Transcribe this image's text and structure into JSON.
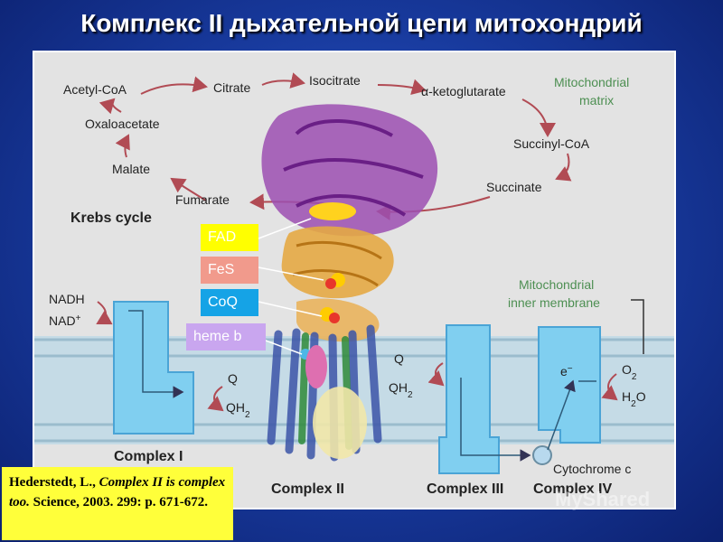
{
  "title": "Комплекс II дыхательной цепи митохондрий",
  "krebs": {
    "cycle_label": "Krebs cycle",
    "acetyl_coa": "Acetyl-CoA",
    "citrate": "Citrate",
    "isocitrate": "Isocitrate",
    "ketoglutarate": "α-ketoglutarate",
    "succinyl_coa": "Succinyl-CoA",
    "succinate": "Succinate",
    "fumarate": "Fumarate",
    "malate": "Malate",
    "oxaloacetate": "Oxaloacetate"
  },
  "regions": {
    "matrix_line1": "Mitochondrial",
    "matrix_line2": "matrix",
    "membrane_line1": "Mitochondrial",
    "membrane_line2": "inner membrane"
  },
  "complex1": {
    "label": "Complex I",
    "nadh": "NADH",
    "nad": "NAD",
    "nad_sup": "+",
    "q": "Q",
    "qh": "QH",
    "qh_sub": "2"
  },
  "complex2": {
    "label": "Complex II"
  },
  "complex3": {
    "label": "Complex III",
    "q": "Q",
    "qh": "QH",
    "qh_sub": "2"
  },
  "complex4": {
    "label": "Complex IV",
    "e": "e",
    "e_sup": "−",
    "o": "O",
    "o_sub": "2",
    "h": "H",
    "h_sub": "2",
    "h_o": "O"
  },
  "cytochrome": "Cytochrome c",
  "tags": {
    "fad": "FAD",
    "fad_color": "#ffff00",
    "fes": "FeS",
    "fes_color": "#f19a8c",
    "coq": "CoQ",
    "coq_color": "#15a3e6",
    "heme": "heme b",
    "heme_color": "#c9a6ef"
  },
  "citation": {
    "author": "Hederstedt, L.,",
    "title_italic": "Complex II is complex too.",
    "journal": "Science, 2003. 299: p. 671-672."
  },
  "watermark": "MyShared"
}
